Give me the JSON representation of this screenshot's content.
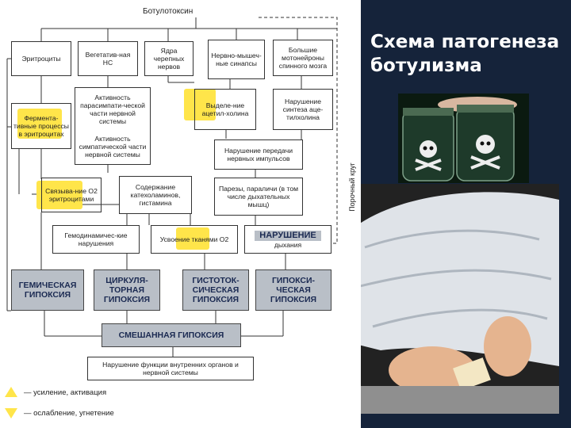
{
  "slide_title": "Схема патогенеза ботулизма",
  "diagram": {
    "root": "Ботулотоксин",
    "feedback_label": "Порочный круг",
    "top_row": [
      "Эритроциты",
      "Вегетатив-ная НС",
      "Ядра черепных нервов",
      "Нервно-мышеч-ные синапсы",
      "Большие мотонейроны спинного мозга"
    ],
    "ferment": "Фермента-тивные процессы в эритроцитах",
    "activity": [
      "Активность парасимпати-ческой части нервной системы",
      "Активность симпатической части нервной системы"
    ],
    "release": "Выделе-ние ацетил-холина",
    "synth": "Нарушение синтеза аце-тилхолина",
    "transmission": "Нарушение передачи нервных импульсов",
    "binding": "Связыва-ние O2 эритроцитами",
    "catechol": "Содержание катехоламинов, гистамина",
    "paresis": "Парезы, параличи (в том числе дыхательных мышц)",
    "hemodyn": "Гемодинамичес-кие нарушения",
    "uptake": "Усвоение тканями O2",
    "breath_title": "НАРУШЕНИЕ",
    "breath_sub": "дыхания",
    "hypoxia": [
      "ГЕМИЧЕСКАЯ ГИПОКСИЯ",
      "ЦИРКУЛЯ-ТОРНАЯ ГИПОКСИЯ",
      "ГИСТОТОК-СИЧЕСКАЯ ГИПОКСИЯ",
      "ГИПОКСИ-ЧЕСКАЯ ГИПОКСИЯ"
    ],
    "mixed": "СМЕШАННАЯ ГИПОКСИЯ",
    "final": "Нарушение функции внутренних органов и нервной системы",
    "legend_up": "— усиление, активация",
    "legend_down": "— ослабление, угнетение"
  },
  "colors": {
    "highlight": "#ffe54a",
    "bg_right": "#15233a",
    "gray_box": "#b9bfc7"
  }
}
